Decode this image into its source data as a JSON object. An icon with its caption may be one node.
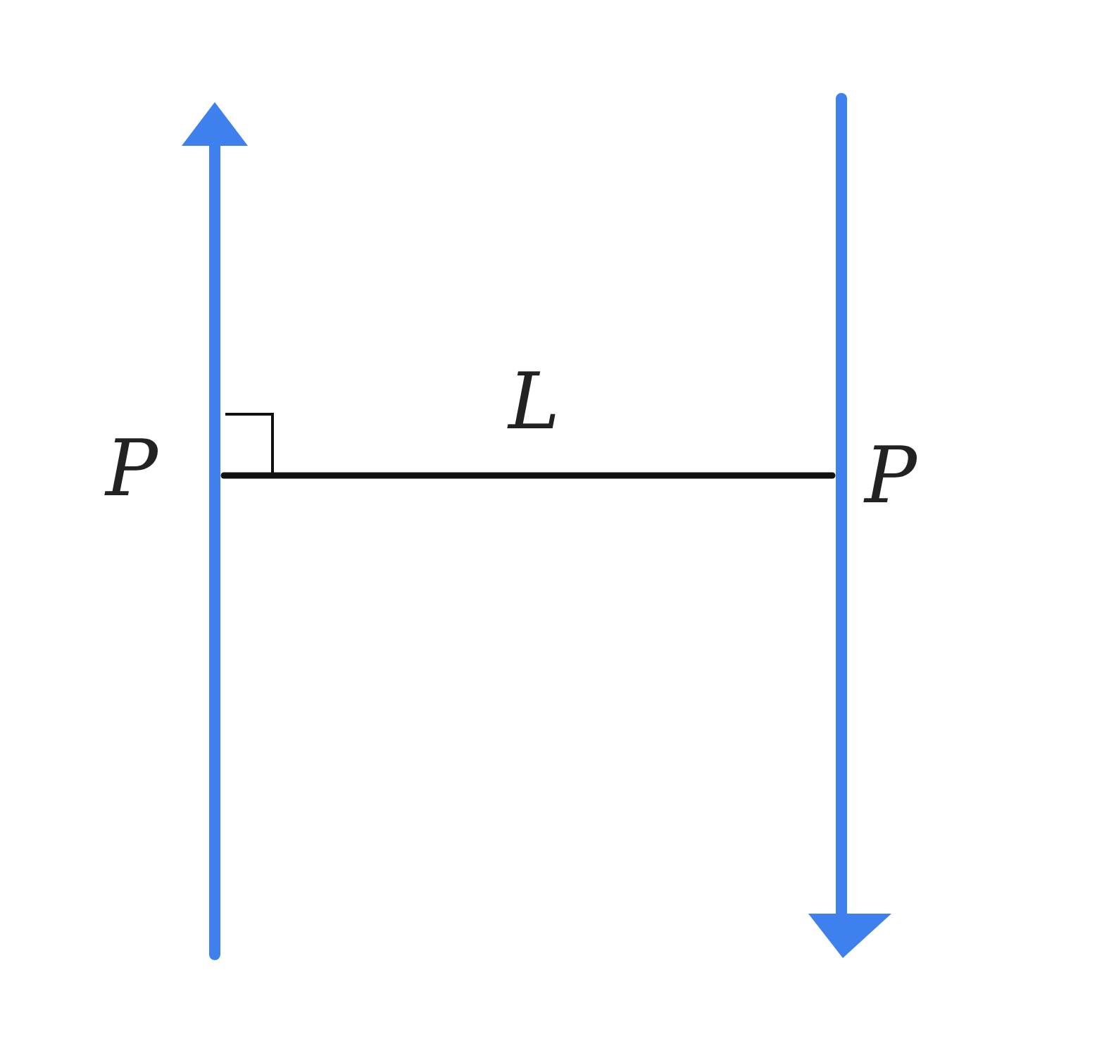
{
  "diagram": {
    "labels": [
      "L",
      "P",
      "P"
    ]
  }
}
